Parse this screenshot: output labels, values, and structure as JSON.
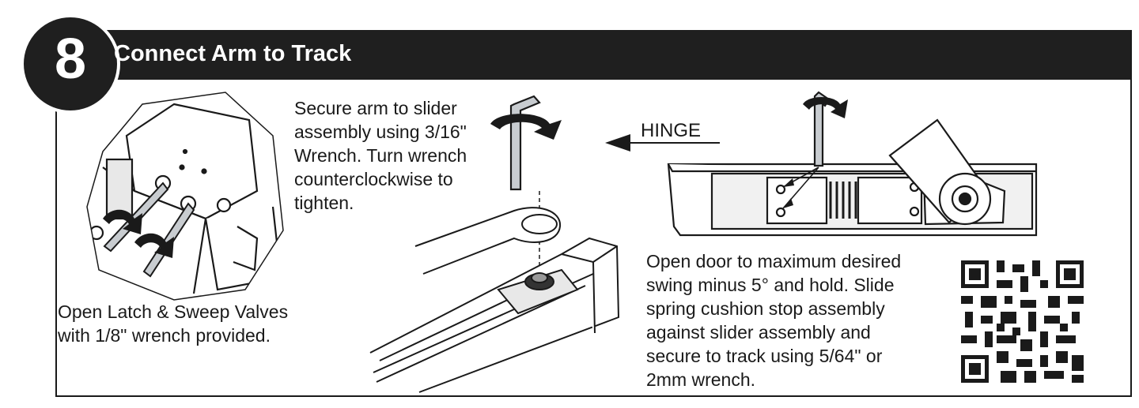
{
  "header": {
    "step_number": "8",
    "title": "Connect Arm to Track"
  },
  "captions": {
    "valves": [
      "Open Latch & Sweep Valves",
      "with 1/8\" wrench provided."
    ],
    "secure_arm": [
      "Secure arm to slider",
      "assembly using 3/16\"",
      "Wrench. Turn wrench",
      "counterclockwise to",
      "tighten."
    ],
    "hinge_label": "HINGE",
    "open_door": [
      "Open door to maximum desired",
      "swing minus 5° and hold. Slide",
      "spring cushion stop assembly",
      "against slider assembly and",
      "secure to track using 5/64\" or",
      "2mm wrench."
    ]
  },
  "icons": [
    "rotate-arrow-icon",
    "hex-wrench-icon",
    "qr-code-icon",
    "left-arrow-icon"
  ],
  "colors": {
    "header_bg": "#1f1f1f",
    "text": "#1a1a1a",
    "wrench_fill": "#c8ccd0"
  }
}
